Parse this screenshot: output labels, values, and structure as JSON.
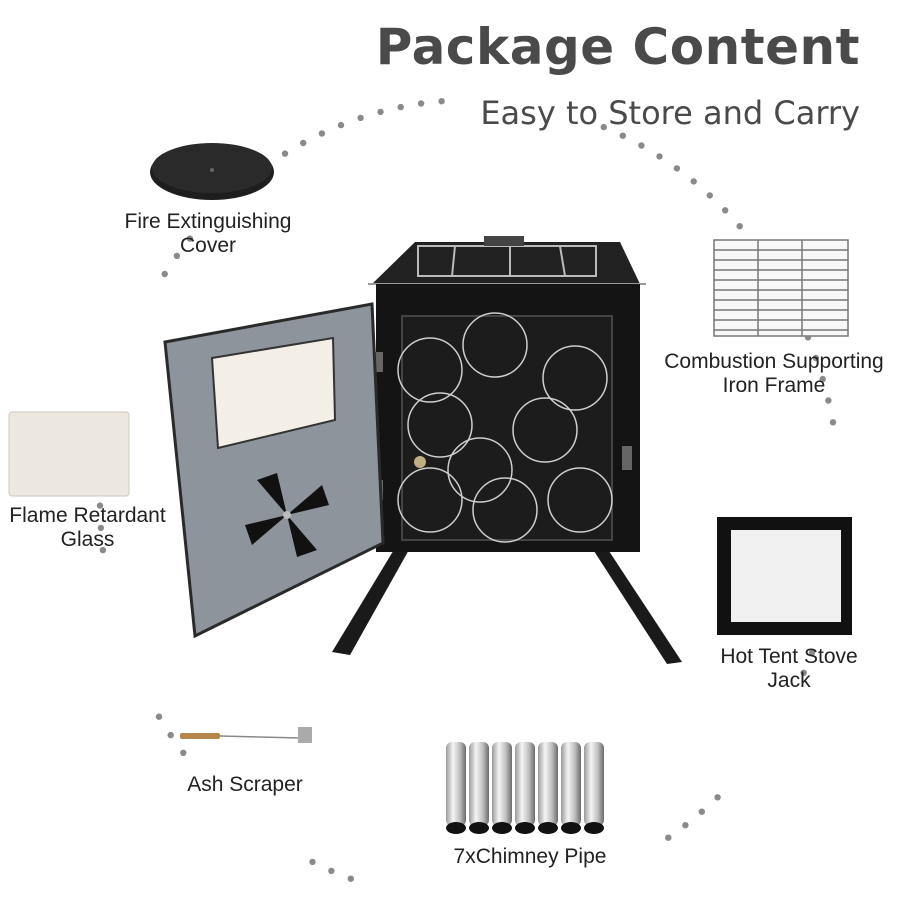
{
  "header": {
    "title": "Package Content",
    "subtitle": "Easy to Store and Carry"
  },
  "items": [
    {
      "line1": "Fire Extinguishing",
      "line2": "Cover"
    },
    {
      "line1": "Combustion Supporting",
      "line2": "Iron Frame"
    },
    {
      "line1": "Flame Retardant",
      "line2": "Glass"
    },
    {
      "line1": "Hot Tent Stove",
      "line2": "Jack"
    },
    {
      "line1": "Ash Scraper",
      "line2": ""
    },
    {
      "line1": "7xChimney Pipe",
      "line2": ""
    }
  ],
  "colors": {
    "heading": "#4a4a4a",
    "dots": "#8a8a8a",
    "stove_body": "#151515",
    "door_panel": "#8e949b"
  }
}
